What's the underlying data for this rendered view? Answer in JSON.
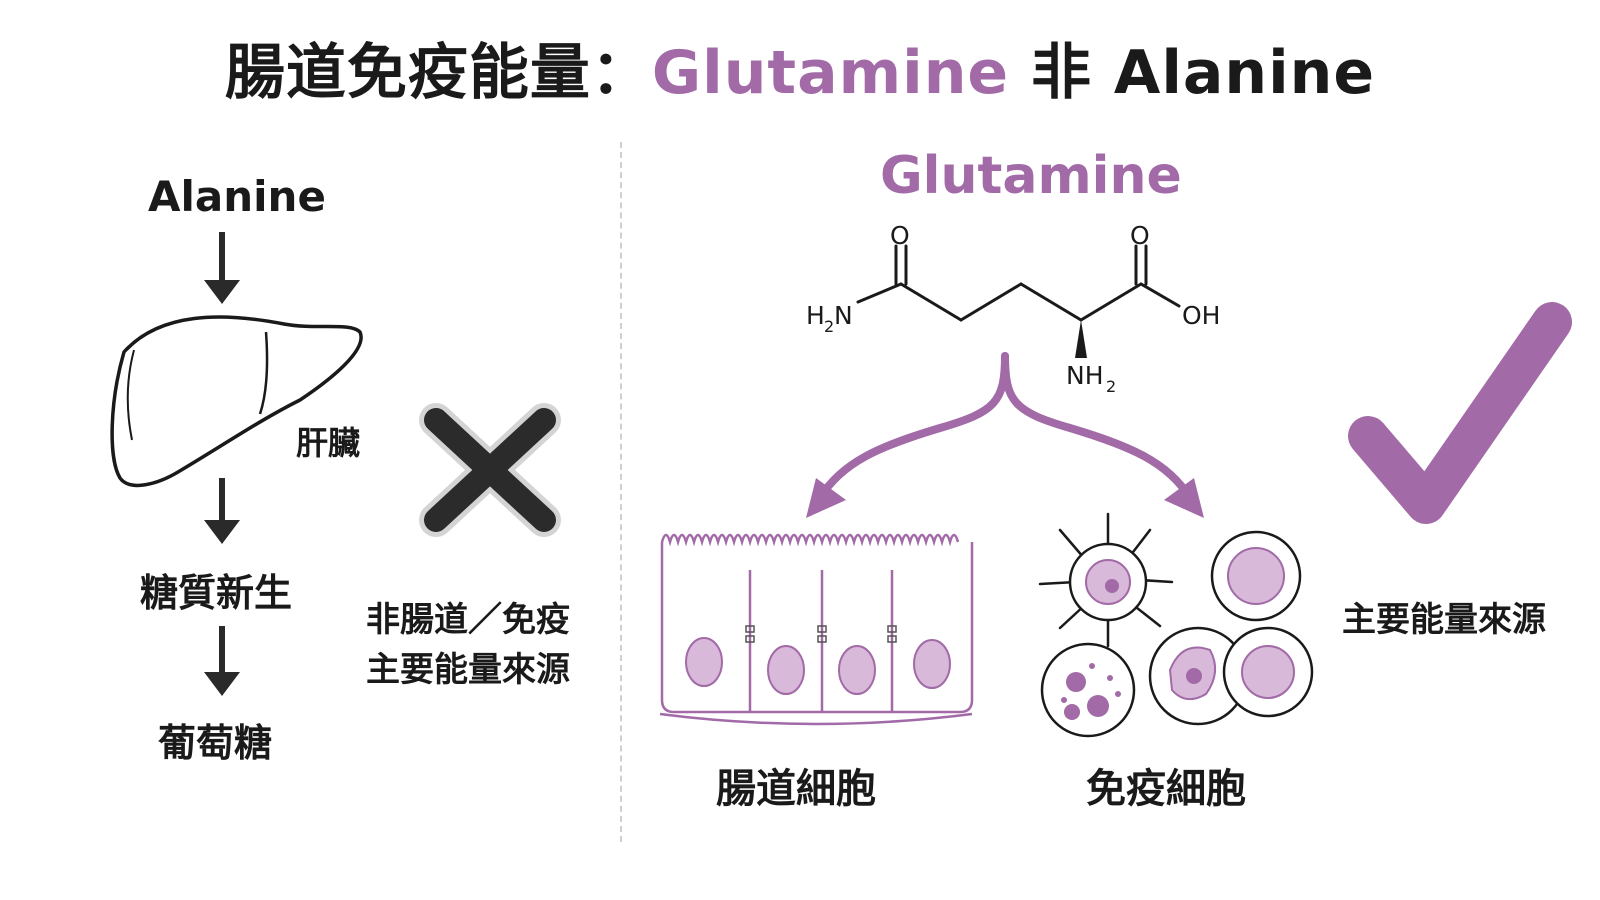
{
  "colors": {
    "accent": "#a26aa7",
    "accent_light": "#d8b9d9",
    "dark": "#1a1a1a",
    "cross": "#2b2b2b"
  },
  "title": {
    "part1": "腸道免疫能量：",
    "highlight": "Glutamine",
    "part2": " 非 Alanine"
  },
  "left": {
    "alanine": "Alanine",
    "liver_label": "肝臟",
    "gluconeogenesis": "糖質新生",
    "glucose": "葡萄糖",
    "verdict_line1": "非腸道／免疫",
    "verdict_line2": "主要能量來源",
    "icons": [
      "liver-icon",
      "cross-icon",
      "down-arrow-icon"
    ]
  },
  "right": {
    "glutamine": "Glutamine",
    "molecule": {
      "o_left": "O",
      "o_right": "O",
      "h2n": "H",
      "h2n_sub": "2",
      "h2n_n": "N",
      "oh": "OH",
      "nh2": "NH",
      "nh2_sub": "2"
    },
    "intestinal_cells": "腸道細胞",
    "immune_cells": "免疫細胞",
    "verdict": "主要能量來源",
    "icons": [
      "glutamine-structure-icon",
      "intestinal-cells-icon",
      "immune-cells-icon",
      "checkmark-icon"
    ]
  }
}
